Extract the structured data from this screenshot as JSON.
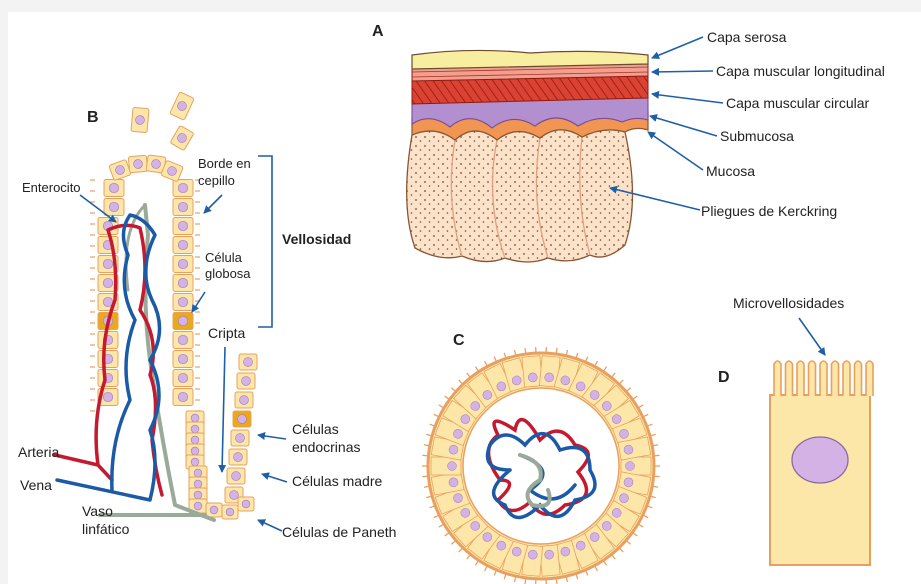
{
  "panels": {
    "a": "A",
    "b": "B",
    "c": "C",
    "d": "D"
  },
  "a_labels": {
    "serosa": "Capa serosa",
    "longitudinal": "Capa muscular longitudinal",
    "circular": "Capa muscular circular",
    "submucosa": "Submucosa",
    "mucosa": "Mucosa",
    "kerckring": "Pliegues de Kerckring"
  },
  "b_labels": {
    "enterocito": "Enterocito",
    "borde_1": "Borde en",
    "borde_2": "cepillo",
    "vellosidad": "Vellosidad",
    "globosa_1": "Célula",
    "globosa_2": "globosa",
    "cripta": "Cripta",
    "endocrinas_1": "Células",
    "endocrinas_2": "endocrinas",
    "madre": "Células madre",
    "paneth": "Células de Paneth",
    "arteria": "Arteria",
    "vena": "Vena",
    "vaso_1": "Vaso",
    "vaso_2": "linfático"
  },
  "d_labels": {
    "micro": "Microvellosidades"
  },
  "colors": {
    "arrow": "#1f5fa8",
    "artery": "#c4192f",
    "vein": "#1a5aa6",
    "lymph": "#9aaa99",
    "cell": "#fde7a8",
    "cell_border": "#e8a060",
    "nucleus": "#d4b2e6",
    "endocrine": "#e9a91b",
    "serosa": "#f8ee9f",
    "muscle_long": "#f0a090",
    "muscle_circ": "#d93a2c",
    "submucosa": "#b290cf",
    "mucosa": "#f19553",
    "folds": "#fbe2c8"
  }
}
